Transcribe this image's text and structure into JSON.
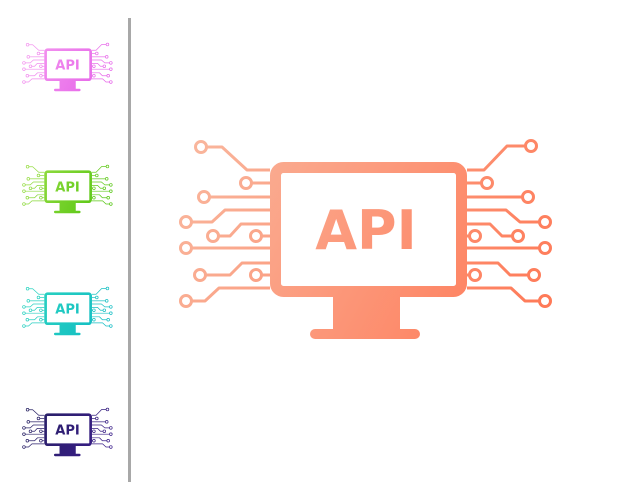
{
  "icon_label": "API",
  "variants": [
    {
      "name": "pink",
      "colors": [
        "#f59cf0",
        "#e45ee8"
      ]
    },
    {
      "name": "green",
      "colors": [
        "#9ee04a",
        "#4cc20a"
      ]
    },
    {
      "name": "teal",
      "colors": [
        "#2fd6c0",
        "#0eb9c4"
      ]
    },
    {
      "name": "navy",
      "colors": [
        "#24205e",
        "#3c1d8e"
      ]
    },
    {
      "name": "coral",
      "colors": [
        "#f9b89f",
        "#ff7653"
      ]
    }
  ]
}
